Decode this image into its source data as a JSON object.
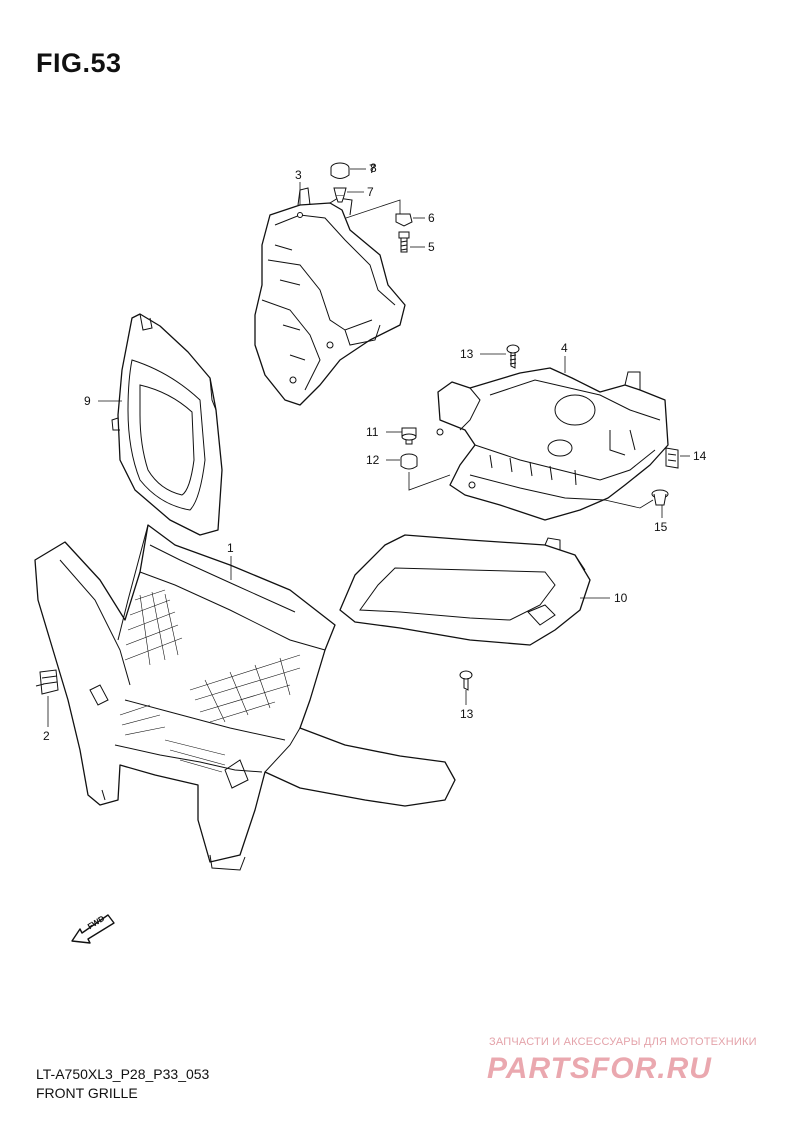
{
  "figure": {
    "title": "FIG.53",
    "code": "LT-A750XL3_P28_P33_053",
    "caption": "FRONT GRILLE"
  },
  "callouts": [
    {
      "id": "c1",
      "label": "1"
    },
    {
      "id": "c2",
      "label": "2"
    },
    {
      "id": "c3",
      "label": "3"
    },
    {
      "id": "c4",
      "label": "4"
    },
    {
      "id": "c5",
      "label": "5"
    },
    {
      "id": "c6",
      "label": "6"
    },
    {
      "id": "c7",
      "label": "7"
    },
    {
      "id": "c8",
      "label": "8"
    },
    {
      "id": "c9",
      "label": "9"
    },
    {
      "id": "c10",
      "label": "10"
    },
    {
      "id": "c11",
      "label": "11"
    },
    {
      "id": "c12",
      "label": "12"
    },
    {
      "id": "c13a",
      "label": "13"
    },
    {
      "id": "c13b",
      "label": "13"
    },
    {
      "id": "c14",
      "label": "14"
    },
    {
      "id": "c15",
      "label": "15"
    }
  ],
  "fwd_arrow": {
    "label": "FWD",
    "icon": "forward-arrow-icon"
  },
  "watermark": {
    "tagline": "ЗАПЧАСТИ И АКСЕССУАРЫ ДЛЯ МОТОТЕХНИКИ",
    "logo": "PARTSFOR.RU",
    "color": "#e79aa2"
  }
}
